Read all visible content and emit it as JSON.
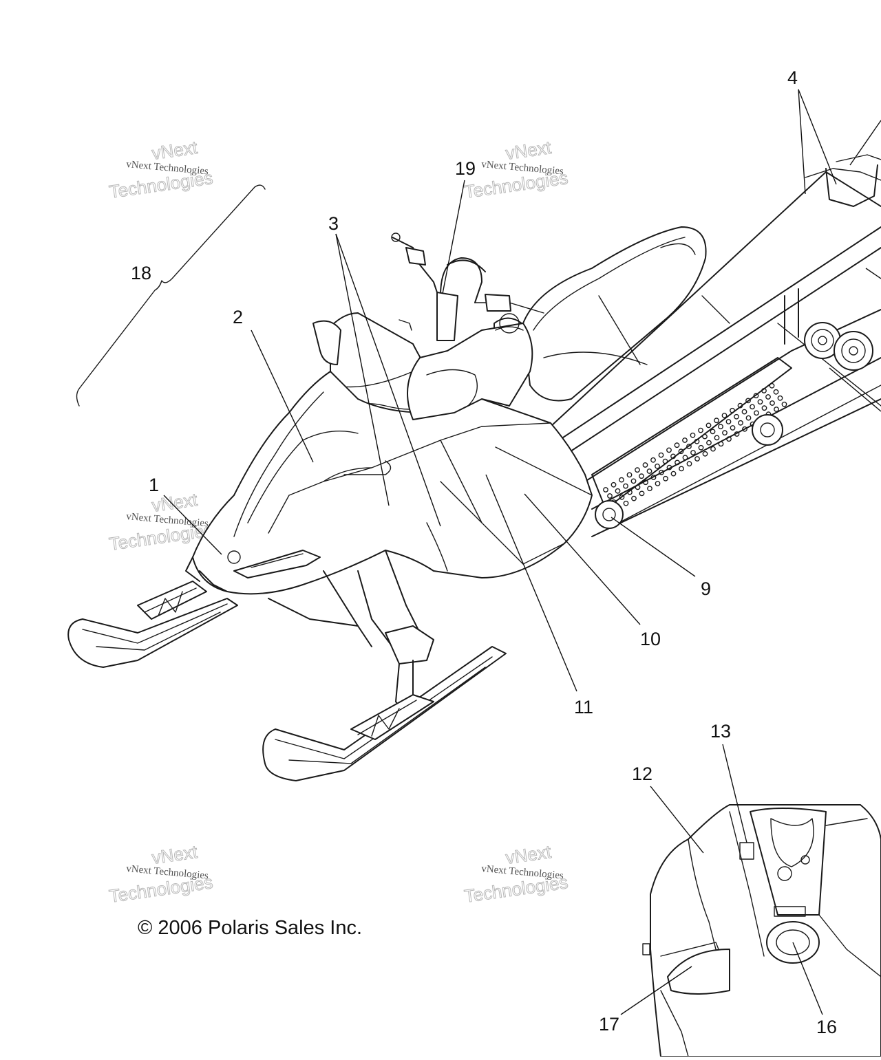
{
  "copyright": "© 2006 Polaris Sales Inc.",
  "watermark": {
    "line1": "vNext Technologies",
    "line2": "Technologies",
    "line3": "vNext"
  },
  "callouts": {
    "c1": "1",
    "c2": "2",
    "c3": "3",
    "c4": "4",
    "c9": "9",
    "c10": "10",
    "c11": "11",
    "c12": "12",
    "c13": "13",
    "c16": "16",
    "c17": "17",
    "c18": "18",
    "c19": "19"
  }
}
